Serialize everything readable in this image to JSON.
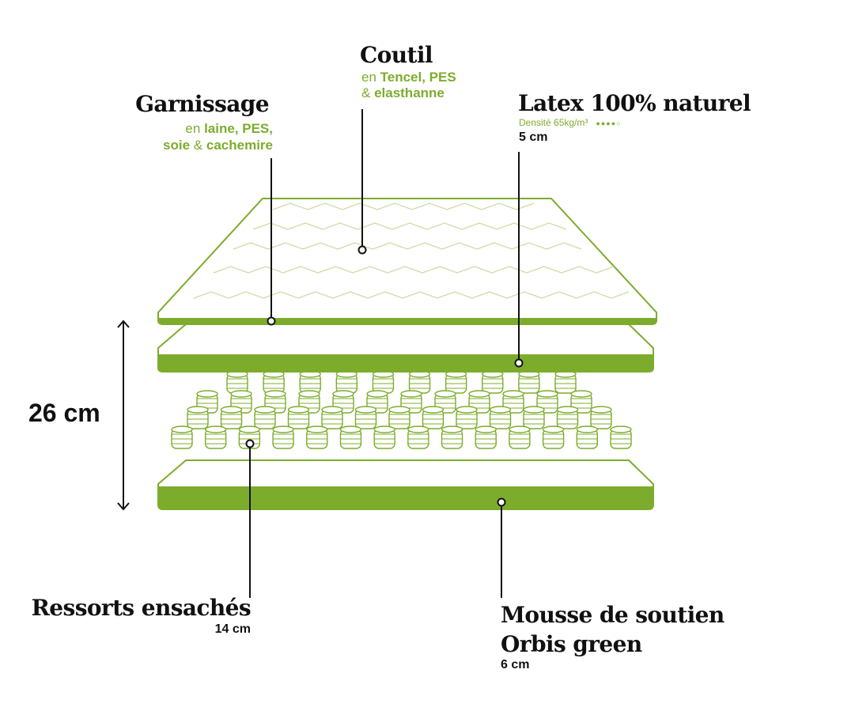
{
  "colors": {
    "green": "#7dac2d",
    "line": "#111111",
    "zigzag": "#c9dca3"
  },
  "height_label": "26 cm",
  "coutil": {
    "title": "Coutil",
    "line1_prefix": "en ",
    "line1_materials": "Tencel, PES",
    "line2_amp": "& ",
    "line2_material": "elasthanne"
  },
  "garnissage": {
    "title": "Garnissage",
    "line1_prefix": "en ",
    "line1_materials": "laine, PES,",
    "line2_material_a": "soie",
    "line2_amp": " & ",
    "line2_material_b": "cachemire"
  },
  "latex": {
    "title": "Latex 100% naturel",
    "density": "Densité 65kg/m³",
    "density_rating": "●●●●○",
    "thickness": "5 cm"
  },
  "ressorts": {
    "title": "Ressorts ensachés",
    "thickness": "14 cm"
  },
  "mousse": {
    "title_line1": "Mousse de soutien",
    "title_line2": "Orbis green",
    "thickness": "6 cm"
  }
}
